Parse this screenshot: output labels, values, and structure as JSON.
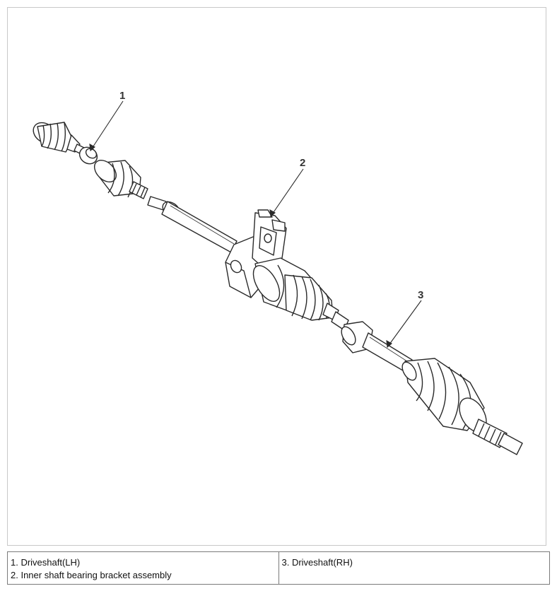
{
  "figure": {
    "callouts": [
      {
        "number": "1",
        "label": "Driveshaft(LH)"
      },
      {
        "number": "2",
        "label": "Inner shaft bearing bracket assembly"
      },
      {
        "number": "3",
        "label": "Driveshaft(RH)"
      }
    ]
  },
  "legend": {
    "left_column": [
      "1. Driveshaft(LH)",
      "2. Inner shaft bearing bracket assembly"
    ],
    "right_column": [
      "3. Driveshaft(RH)"
    ]
  },
  "colors": {
    "line": "#2a2a2a",
    "frame_border": "#c8c8c8",
    "table_border": "#7a7a7a"
  }
}
